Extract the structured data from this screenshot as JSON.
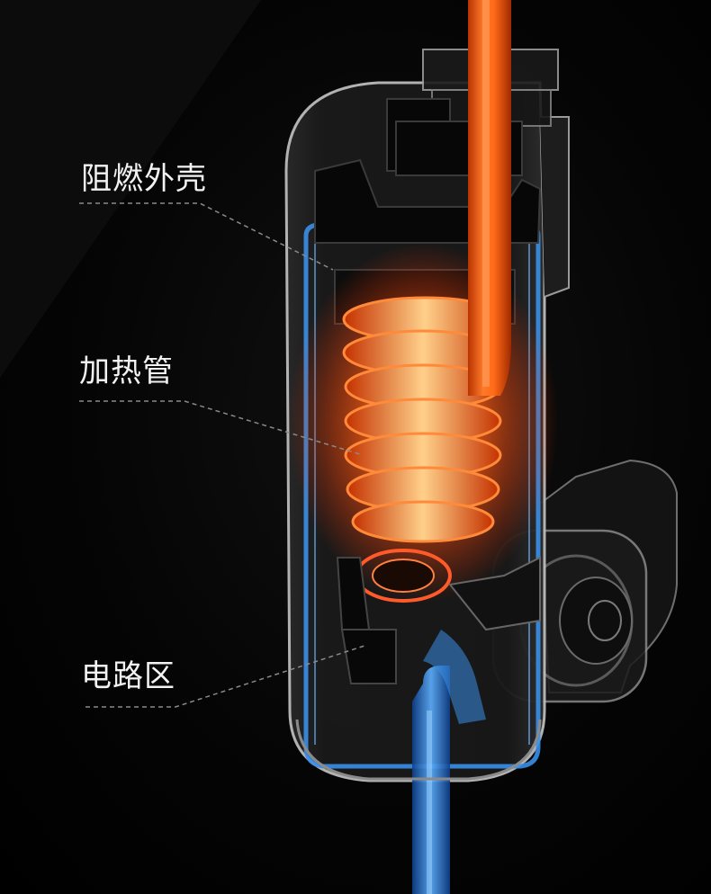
{
  "callouts": [
    {
      "label": "阻燃外壳"
    },
    {
      "label": "加热管"
    },
    {
      "label": "电路区"
    }
  ],
  "colors": {
    "background": "#000000",
    "label_text": "#f2f2f2",
    "leader_line": "#8a8a8a",
    "hot_water": "#ff5a10",
    "heating_glow": "#ff7a1a",
    "cold_water": "#3a8fe8",
    "shell": "#bcbcbc"
  }
}
